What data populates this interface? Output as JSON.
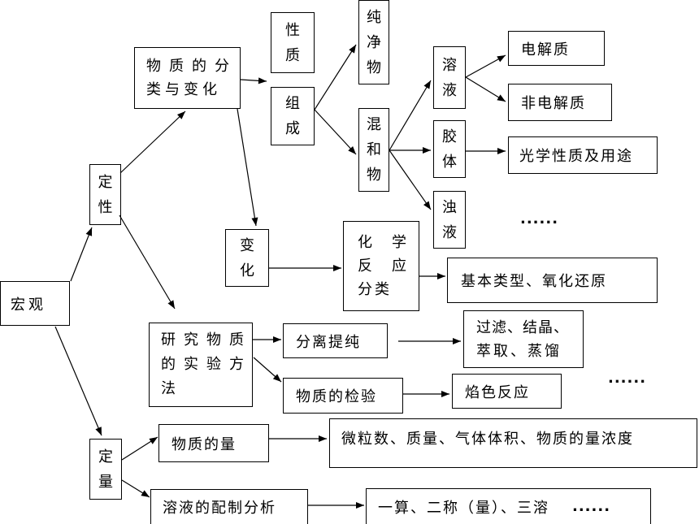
{
  "macro": {
    "label": "宏观",
    "qualitative": {
      "label": "定性",
      "classification_change": {
        "lines": [
          "物质的分",
          "类与变化"
        ],
        "properties": {
          "label": "性质"
        },
        "composition": {
          "label": "组成",
          "pure_substance": {
            "label": "纯净物"
          },
          "mixture": {
            "label": "混和物",
            "solution": {
              "label": "溶液",
              "electrolyte": {
                "label": "电解质"
              },
              "non_electrolyte": {
                "label": "非电解质"
              }
            },
            "colloid": {
              "label": "胶体",
              "optical_properties": {
                "label": "光学性质及用途"
              }
            },
            "suspension": {
              "label": "浊液"
            },
            "more": "......"
          }
        },
        "change": {
          "label": "变化",
          "reaction_classification": {
            "lines": [
              "化学",
              "反应",
              "分类"
            ],
            "reaction_types": {
              "label": "基本类型、氧化还原"
            }
          }
        }
      },
      "experimental_methods": {
        "lines": [
          "研究物质",
          "的实验方",
          "法"
        ],
        "separation": {
          "label": "分离提纯",
          "methods": {
            "lines": [
              "过滤、结晶、",
              "萃取、蒸馏"
            ]
          }
        },
        "identification": {
          "label": "物质的检验",
          "flame_test": {
            "label": "焰色反应"
          }
        },
        "more": "......"
      }
    },
    "quantitative": {
      "label": "定量",
      "amount_of_substance": {
        "label": "物质的量",
        "related": {
          "label": "微粒数、质量、气体体积、物质的量浓度"
        }
      },
      "solution_preparation": {
        "label": "溶液的配制分析",
        "steps": {
          "label": "一算、二称（量）、三溶",
          "more": "......"
        }
      }
    }
  }
}
